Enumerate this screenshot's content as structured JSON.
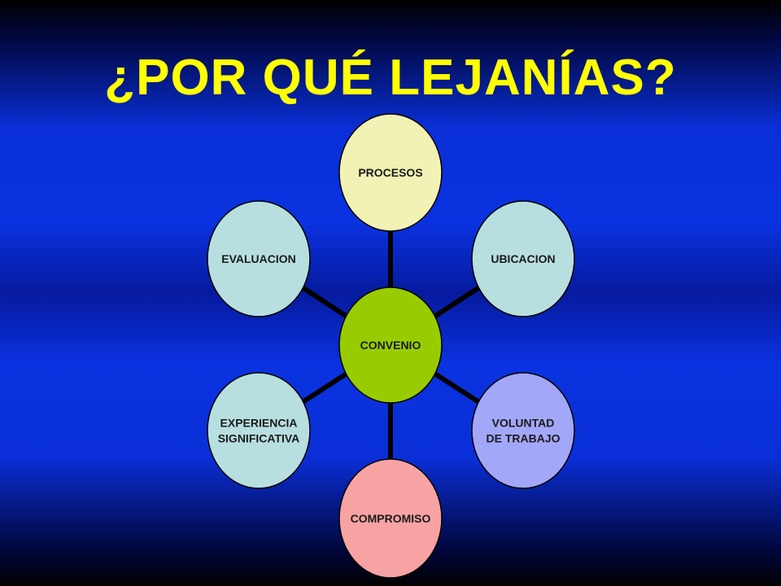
{
  "title": "¿POR QUÉ LEJANÍAS?",
  "center": {
    "label": "CONVENIO",
    "color": "#99cc00"
  },
  "nodes": [
    {
      "id": "procesos",
      "lines": [
        "PROCESOS"
      ],
      "color": "#f2f2b4"
    },
    {
      "id": "ubicacion",
      "lines": [
        "UBICACION"
      ],
      "color": "#b8dfe0"
    },
    {
      "id": "voluntad-de-trabajo",
      "lines": [
        "VOLUNTAD",
        "DE TRABAJO"
      ],
      "color": "#a3a7f8"
    },
    {
      "id": "compromiso",
      "lines": [
        "COMPROMISO"
      ],
      "color": "#f7a3a3"
    },
    {
      "id": "experiencia-significativa",
      "lines": [
        "EXPERIENCIA",
        "SIGNIFICATIVA"
      ],
      "color": "#b8dfe0"
    },
    {
      "id": "evaluacion",
      "lines": [
        "EVALUACION"
      ],
      "color": "#b8dfe0"
    }
  ]
}
